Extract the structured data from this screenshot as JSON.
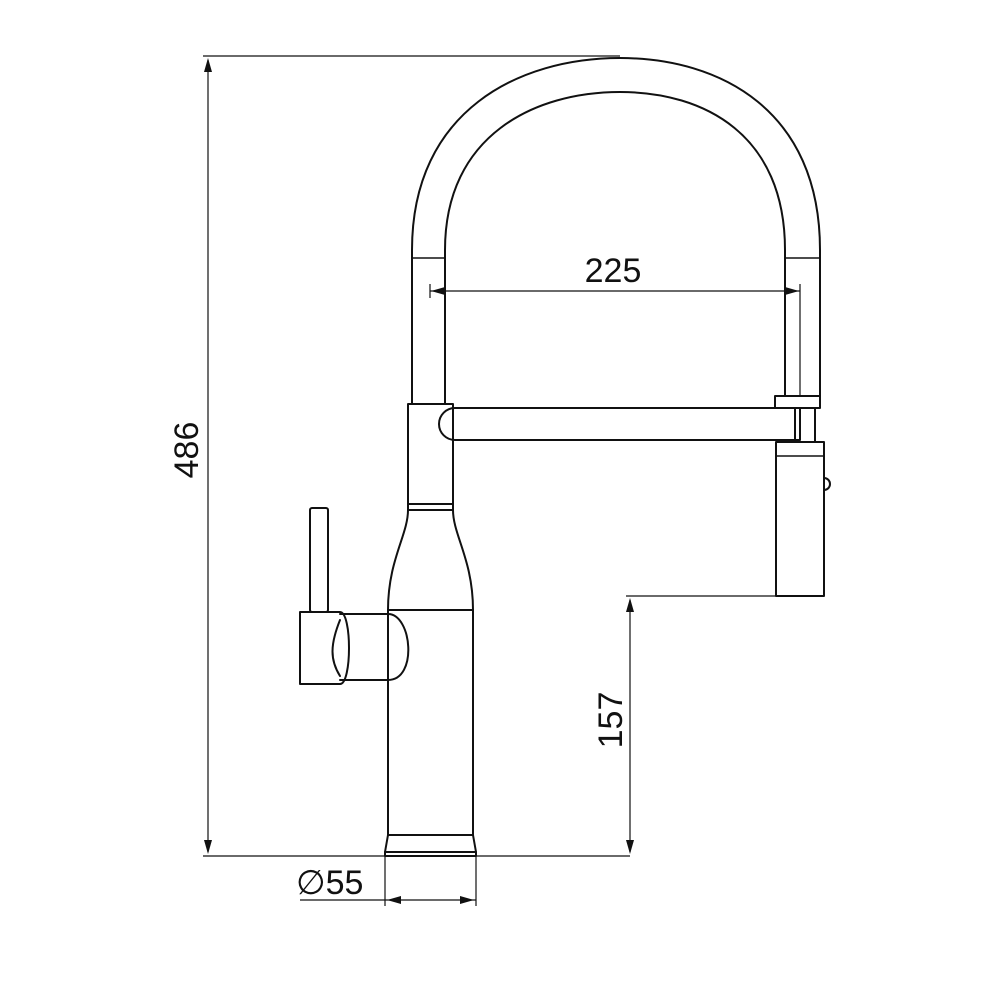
{
  "dimensions": {
    "height_total": "486",
    "spout_reach": "225",
    "outlet_height": "157",
    "base_diameter": "∅55"
  },
  "colors": {
    "line": "#111111",
    "background": "#ffffff"
  }
}
